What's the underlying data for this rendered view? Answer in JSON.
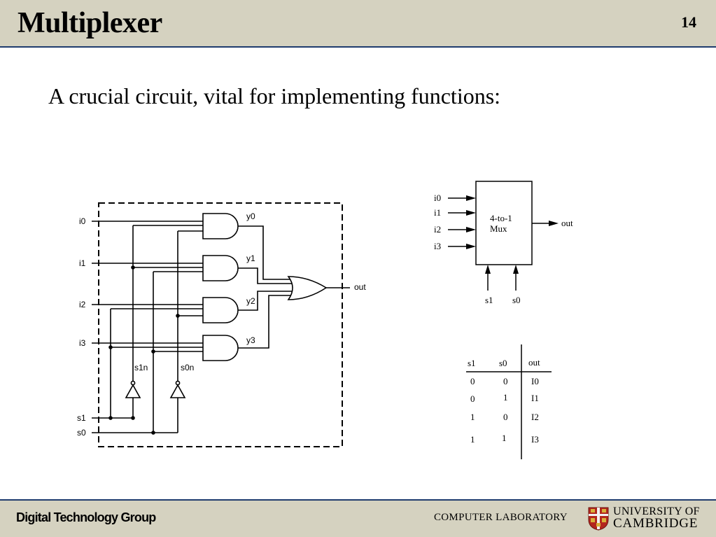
{
  "slide": {
    "title": "Multiplexer",
    "number": "14",
    "subtitle": "A crucial circuit, vital for implementing functions:"
  },
  "circuit": {
    "inputs": [
      "i0",
      "i1",
      "i2",
      "i3"
    ],
    "selects": [
      "s1",
      "s0"
    ],
    "inverted_selects": [
      "s1n",
      "s0n"
    ],
    "and_outputs": [
      "y0",
      "y1",
      "y2",
      "y3"
    ],
    "output": "out"
  },
  "block": {
    "inputs": [
      "i0",
      "i1",
      "i2",
      "i3"
    ],
    "line1": "4-to-1",
    "line2": "Mux",
    "output": "out",
    "selects": [
      "s1",
      "s0"
    ]
  },
  "truth_table": {
    "headers": [
      "s1",
      "s0",
      "out"
    ],
    "rows": [
      [
        "0",
        "0",
        "I0"
      ],
      [
        "0",
        "1",
        "I1"
      ],
      [
        "1",
        "0",
        "I2"
      ],
      [
        "1",
        "1",
        "I3"
      ]
    ]
  },
  "footer": {
    "group": "Digital Technology Group",
    "lab": "COMPUTER LABORATORY",
    "university_line1": "UNIVERSITY OF",
    "university_line2": "CAMBRIDGE"
  }
}
